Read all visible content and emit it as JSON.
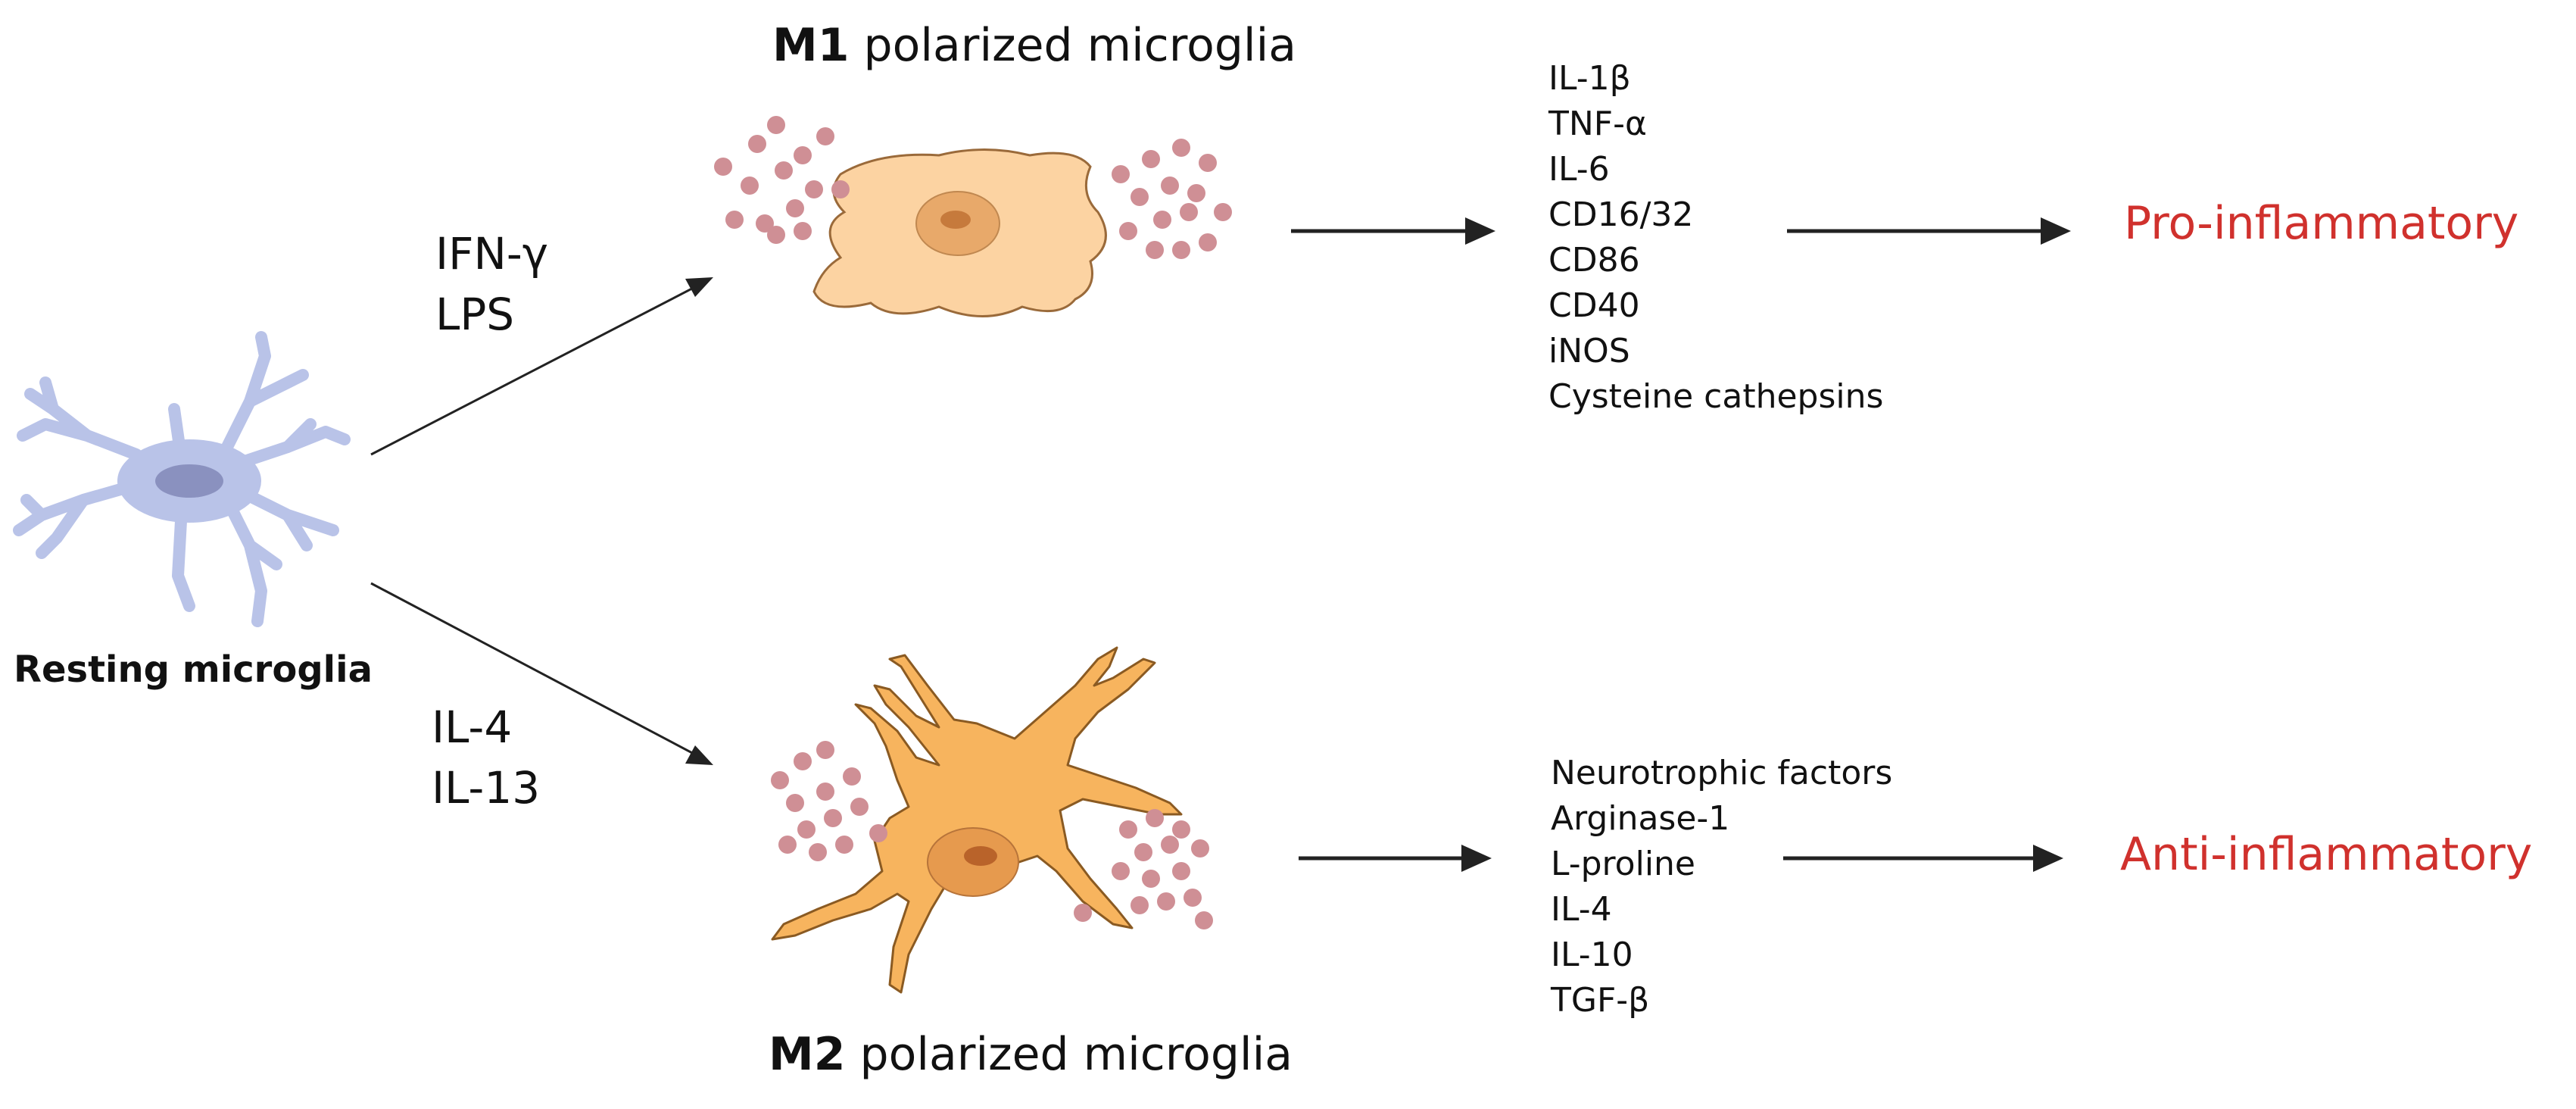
{
  "m1": {
    "title_bold": "M1",
    "title_rest": " polarized microglia",
    "markers": [
      "IL-1β",
      "TNF-α",
      "IL-6",
      "CD16/32",
      "CD86",
      "CD40",
      "iNOS",
      "Cysteine cathepsins"
    ],
    "outcome": "Pro-inflammatory",
    "stimuli": [
      "IFN-γ",
      "LPS"
    ]
  },
  "m2": {
    "title_bold": "M2",
    "title_rest": " polarized microglia",
    "markers": [
      "Neurotrophic factors",
      "Arginase-1",
      "L-proline",
      "IL-4",
      "IL-10",
      "TGF-β"
    ],
    "outcome": "Anti-inflammatory",
    "stimuli": [
      "IL-4",
      "IL-13"
    ]
  },
  "resting": {
    "label": "Resting microglia"
  },
  "colors": {
    "outcome": "#d0312d",
    "arrow": "#222222",
    "resting_cell": "#b9c3e8",
    "resting_nucleus": "#8a91bf",
    "m1_cell": "#fcd3a2",
    "m2_cell": "#f7b45e",
    "vesicle": "#cf8f95",
    "text": "#111111"
  }
}
